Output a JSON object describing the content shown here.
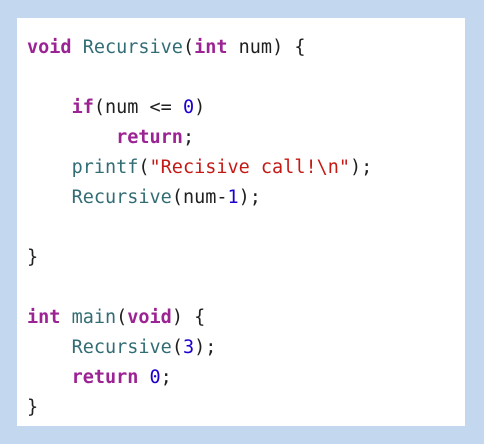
{
  "colors": {
    "background": "#c3d8ee",
    "panel": "#ffffff",
    "keyword": "#9b2393",
    "function": "#326d74",
    "number": "#1c00cf",
    "string": "#c41a16",
    "text": "#1f1f1f"
  },
  "code": {
    "lines": [
      [
        {
          "t": "kw",
          "v": "void"
        },
        {
          "t": "plain",
          "v": " "
        },
        {
          "t": "fn",
          "v": "Recursive"
        },
        {
          "t": "plain",
          "v": "("
        },
        {
          "t": "kw",
          "v": "int"
        },
        {
          "t": "plain",
          "v": " num) {"
        }
      ],
      [],
      [
        {
          "t": "plain",
          "v": "    "
        },
        {
          "t": "kw",
          "v": "if"
        },
        {
          "t": "plain",
          "v": "(num <= "
        },
        {
          "t": "num",
          "v": "0"
        },
        {
          "t": "plain",
          "v": ")"
        }
      ],
      [
        {
          "t": "plain",
          "v": "        "
        },
        {
          "t": "kw",
          "v": "return"
        },
        {
          "t": "plain",
          "v": ";"
        }
      ],
      [
        {
          "t": "plain",
          "v": "    "
        },
        {
          "t": "fn",
          "v": "printf"
        },
        {
          "t": "plain",
          "v": "("
        },
        {
          "t": "str",
          "v": "\"Recisive call!\\n\""
        },
        {
          "t": "plain",
          "v": ");"
        }
      ],
      [
        {
          "t": "plain",
          "v": "    "
        },
        {
          "t": "fn",
          "v": "Recursive"
        },
        {
          "t": "plain",
          "v": "(num-"
        },
        {
          "t": "num",
          "v": "1"
        },
        {
          "t": "plain",
          "v": ");"
        }
      ],
      [],
      [
        {
          "t": "plain",
          "v": "}"
        }
      ],
      [],
      [
        {
          "t": "kw",
          "v": "int"
        },
        {
          "t": "plain",
          "v": " "
        },
        {
          "t": "fn",
          "v": "main"
        },
        {
          "t": "plain",
          "v": "("
        },
        {
          "t": "kw",
          "v": "void"
        },
        {
          "t": "plain",
          "v": ") {"
        }
      ],
      [
        {
          "t": "plain",
          "v": "    "
        },
        {
          "t": "fn",
          "v": "Recursive"
        },
        {
          "t": "plain",
          "v": "("
        },
        {
          "t": "num",
          "v": "3"
        },
        {
          "t": "plain",
          "v": ");"
        }
      ],
      [
        {
          "t": "plain",
          "v": "    "
        },
        {
          "t": "kw",
          "v": "return"
        },
        {
          "t": "plain",
          "v": " "
        },
        {
          "t": "num",
          "v": "0"
        },
        {
          "t": "plain",
          "v": ";"
        }
      ],
      [
        {
          "t": "plain",
          "v": "}"
        }
      ]
    ]
  }
}
